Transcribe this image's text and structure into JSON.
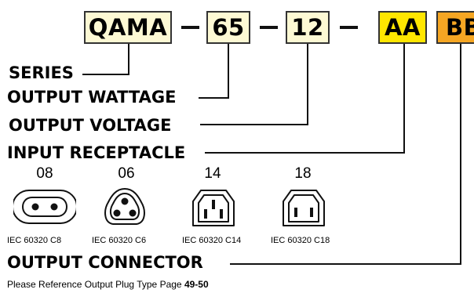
{
  "part_number": {
    "series": "QAMA",
    "wattage": "65",
    "voltage": "12",
    "input": "AA",
    "output": "BB",
    "separator": "–",
    "colors": {
      "series_box": "#fdf9d4",
      "input_box": "#ffe600",
      "output_box": "#f5a623"
    }
  },
  "labels": {
    "series": "SERIES",
    "output_wattage": "OUTPUT WATTAGE",
    "output_voltage": "OUTPUT VOLTAGE",
    "input_receptacle": "INPUT RECEPTACLE",
    "output_connector": "OUTPUT CONNECTOR"
  },
  "receptacles": [
    {
      "code": "08",
      "standard": "IEC 60320 C8",
      "icon": "c8-receptacle-icon"
    },
    {
      "code": "06",
      "standard": "IEC 60320 C6",
      "icon": "c6-receptacle-icon"
    },
    {
      "code": "14",
      "standard": "IEC 60320 C14",
      "icon": "c14-receptacle-icon"
    },
    {
      "code": "18",
      "standard": "IEC 60320 C18",
      "icon": "c18-receptacle-icon"
    }
  ],
  "note": {
    "text": "Please Reference Output Plug Type Page",
    "pages": "49-50"
  }
}
